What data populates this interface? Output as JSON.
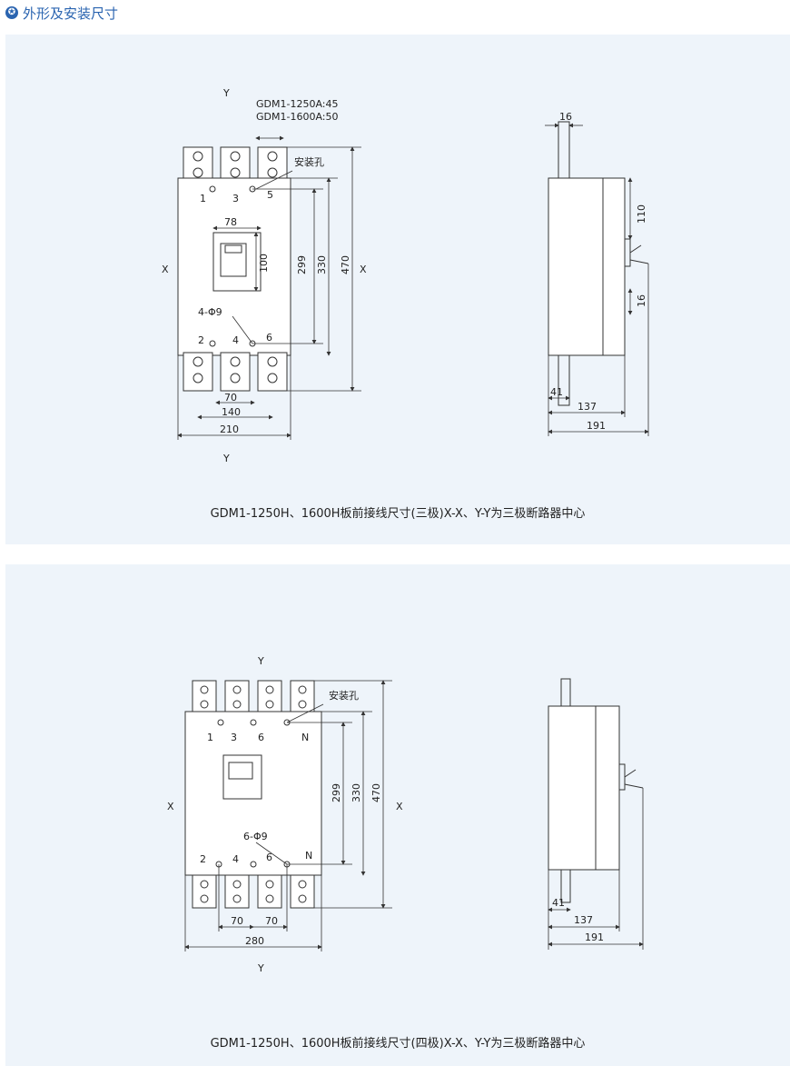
{
  "section": {
    "icon": "star-circle-icon",
    "title": "外形及安装尺寸"
  },
  "panel1": {
    "caption": "GDM1-1250H、1600H板前接线尺寸(三极)X-X、Y-Y为三极断路器中心",
    "front": {
      "axis_x": "X",
      "axis_y": "Y",
      "note_line1": "GDM1-1250A:45",
      "note_line2": "GDM1-1600A:50",
      "mount_hole": "安装孔",
      "hole_spec": "4-Φ9",
      "labels": [
        "1",
        "3",
        "5",
        "2",
        "4",
        "6"
      ],
      "dims": {
        "handle_w": "78",
        "handle_h": "100",
        "h1": "299",
        "h2": "330",
        "h3": "470",
        "pitch": "70",
        "span": "140",
        "width": "210"
      }
    },
    "side": {
      "top": "16",
      "d110": "110",
      "d16": "16",
      "d41": "41",
      "d137": "137",
      "d191": "191"
    }
  },
  "panel2": {
    "caption": "GDM1-1250H、1600H板前接线尺寸(四极)X-X、Y-Y为三极断路器中心",
    "front": {
      "axis_x": "X",
      "axis_y": "Y",
      "mount_hole": "安装孔",
      "hole_spec": "6-Φ9",
      "labels": [
        "1",
        "3",
        "6",
        "N",
        "2",
        "4",
        "6",
        "N"
      ],
      "dims": {
        "h1": "299",
        "h2": "330",
        "h3": "470",
        "pitch1": "70",
        "pitch2": "70",
        "width": "280"
      }
    },
    "side": {
      "d41": "41",
      "d137": "137",
      "d191": "191"
    }
  }
}
